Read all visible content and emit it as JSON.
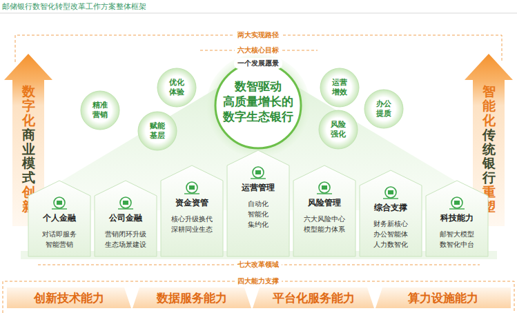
{
  "diagram": {
    "title": "邮储银行数智化转型改革工作方案整体框架",
    "nodes": [
      {
        "text": [
          "数字化商业模式创新"
        ]
      },
      {
        "text": [
          "智能化传统银行重塑"
        ]
      },
      {
        "text": [
          "一个发展愿景",
          "数智驱动 高质量增长的 数字生态银行"
        ]
      },
      {
        "text": [
          "精准营销"
        ]
      },
      {
        "text": [
          "优化体验"
        ]
      },
      {
        "text": [
          "赋能基层"
        ]
      },
      {
        "text": [
          "运营增效"
        ]
      },
      {
        "text": [
          "风险强化"
        ]
      },
      {
        "text": [
          "办公提质"
        ]
      },
      {
        "text": [
          "个人金融",
          "对话即服务",
          "智能营销"
        ]
      },
      {
        "text": [
          "公司金融",
          "营销闭环升级",
          "生态场景建设"
        ]
      },
      {
        "text": [
          "资金资管",
          "核心升级换代",
          "深耕同业生态"
        ]
      },
      {
        "text": [
          "运营管理",
          "自动化",
          "智能化",
          "集约化"
        ]
      },
      {
        "text": [
          "风险管理",
          "六大风险中心",
          "模型能力体系"
        ]
      },
      {
        "text": [
          "综合支撑",
          "财务新核心",
          "办公智能体",
          "人力数智化"
        ]
      },
      {
        "text": [
          "科技能力",
          "邮智大模型",
          "数智化中台"
        ]
      },
      {
        "text": [
          "创新技术能力"
        ]
      },
      {
        "text": [
          "数据服务能力"
        ]
      },
      {
        "text": [
          "平台化服务能力"
        ]
      },
      {
        "text": [
          "算力设施能力"
        ]
      }
    ],
    "labels": [
      "两大实现路径",
      "六大核心目标",
      "七大改革领域",
      "四大能力支撑"
    ]
  }
}
